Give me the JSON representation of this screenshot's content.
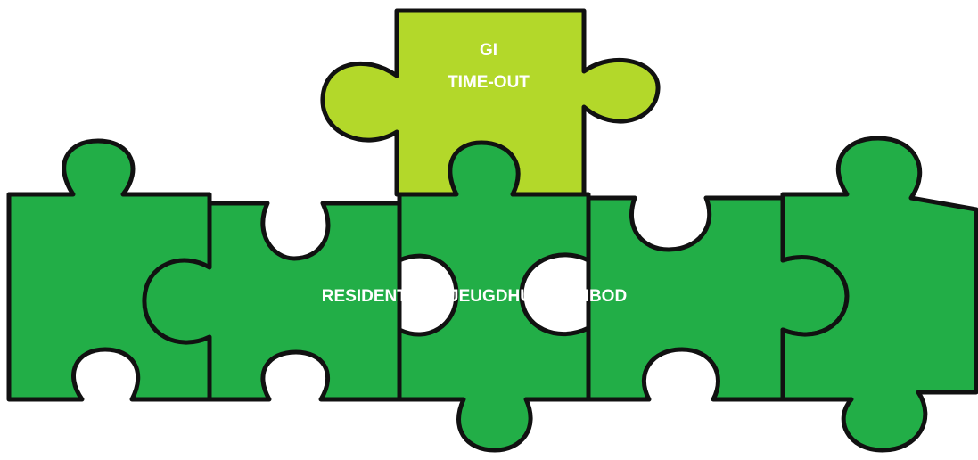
{
  "colors": {
    "main_piece": "#22ae47",
    "top_piece": "#b3d82a",
    "outline": "#111111",
    "label_text": "#ffffff"
  },
  "top_piece": {
    "label_line1": "GI",
    "label_line2": "TIME-OUT"
  },
  "main_row": {
    "label": "RESIDENTIEEL JEUGDHULPAANBOD",
    "piece_count": 5
  }
}
